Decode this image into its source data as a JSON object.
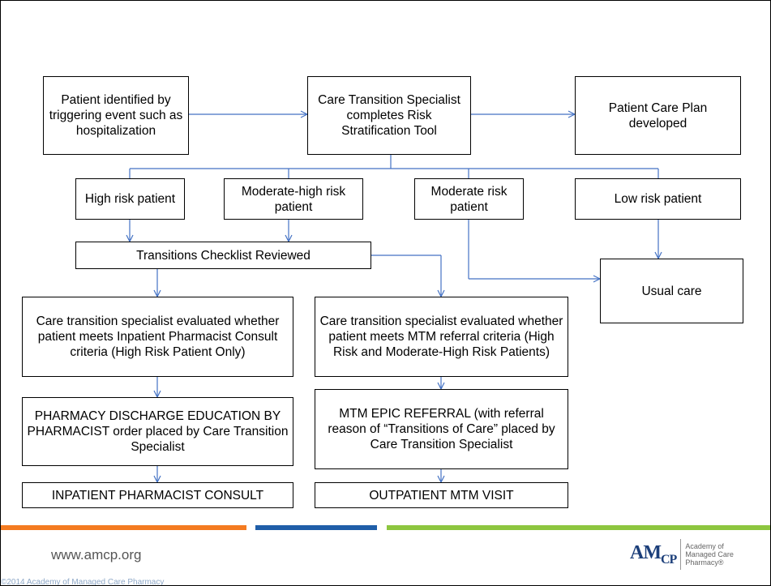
{
  "flowchart": {
    "patient_identified": "Patient identified by triggering event such as hospitalization",
    "risk_tool": "Care Transition Specialist completes Risk Stratification Tool",
    "care_plan": "Patient Care Plan developed",
    "high_risk": "High risk patient",
    "moderate_high_risk": "Moderate-high risk patient",
    "moderate_risk": "Moderate risk patient",
    "low_risk": "Low risk patient",
    "checklist": "Transitions Checklist Reviewed",
    "usual_care": "Usual care",
    "eval_inpatient": "Care transition specialist evaluated whether patient meets Inpatient Pharmacist Consult criteria (High Risk Patient Only)",
    "eval_mtm": "Care transition specialist evaluated whether patient meets MTM referral criteria (High Risk and Moderate-High Risk Patients)",
    "discharge_education": "PHARMACY DISCHARGE EDUCATION BY PHARMACIST order placed by Care Transition Specialist",
    "mtm_referral": "MTM EPIC REFERRAL (with referral reason of “Transitions of Care” placed by Care Transition Specialist",
    "inpatient_consult": "INPATIENT PHARMACIST CONSULT",
    "outpatient_visit": "OUTPATIENT MTM VISIT"
  },
  "footer": {
    "website": "www.amcp.org",
    "copyright": "©2014 Academy of Managed Care Pharmacy",
    "logo_mark": "AMCP",
    "logo_text_1": "Academy of",
    "logo_text_2": "Managed Care",
    "logo_text_3": "Pharmacy®"
  },
  "colors": {
    "connector": "#4472c4",
    "bar_orange": "#f47b20",
    "bar_blue": "#1f5ea8",
    "bar_green": "#8dc63f"
  }
}
